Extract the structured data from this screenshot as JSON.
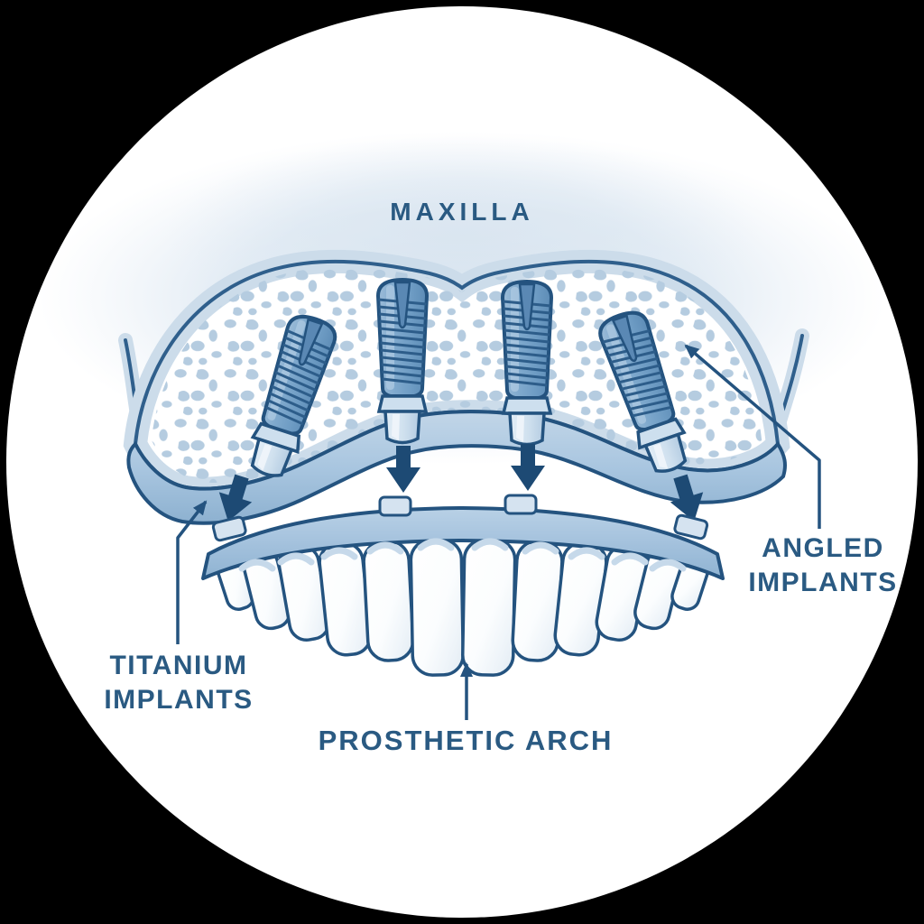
{
  "diagram": {
    "labels": {
      "maxilla": "MAXILLA",
      "titanium_implants": {
        "line1": "TITANIUM",
        "line2": "IMPLANTS"
      },
      "angled_implants": {
        "line1": "ANGLED",
        "line2": "IMPLANTS"
      },
      "prosthetic_arch": "PROSTHETIC ARCH"
    },
    "counts": {
      "implants": 4,
      "teeth": 12,
      "insertion_arrows": 4,
      "abutment_sockets": 4
    },
    "colors": {
      "background": "#000000",
      "canvas_circle": "#ffffff",
      "label_text": "#2a5a82",
      "dark_outline": "#24537f",
      "implant_body": "#7aa6cc",
      "implant_thread": "#2d5d8a",
      "bone_speckle": "#b5cce0",
      "bone_cortical_band": "#ccdcea",
      "soft_tissue_ribbon": "#a9c6e0",
      "gum_band": "#a6c3de",
      "tooth_fill": "#ffffff",
      "background_haze": "#dbe6f1",
      "arrow_fill": "#1d4a74"
    }
  }
}
